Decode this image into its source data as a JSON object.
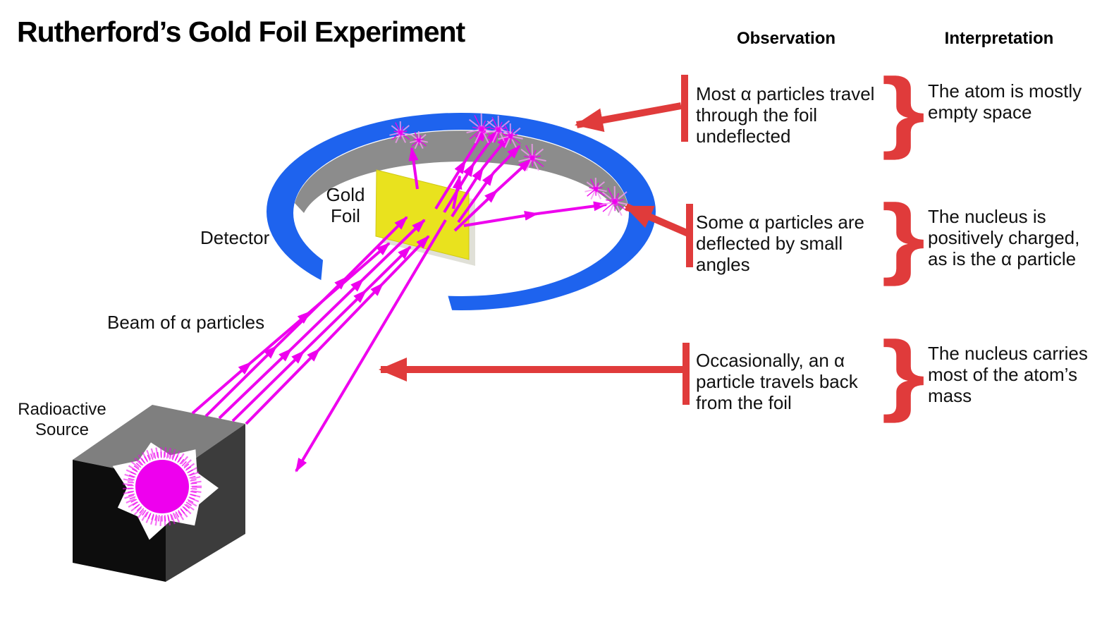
{
  "title": "Rutherford’s Gold Foil Experiment",
  "columns": {
    "observation": "Observation",
    "interpretation": "Interpretation"
  },
  "rows": [
    {
      "observation": "Most α particles travel\nthrough the foil\nundeflected",
      "interpretation": "The atom is mostly\nempty space"
    },
    {
      "observation": "Some α particles are\ndeflected by small\nangles",
      "interpretation": "The nucleus is\npositively charged,\nas is the α particle"
    },
    {
      "observation": "Occasionally, an α\nparticle travels back\nfrom the foil",
      "interpretation": "The nucleus carries\nmost of the atom’s\nmass"
    }
  ],
  "diagram_labels": {
    "detector": "Detector",
    "gold_foil": "Gold\nFoil",
    "beam": "Beam of α particles",
    "source": "Radioactive\nSource"
  },
  "brace_glyph": "}",
  "colors": {
    "detector_blue": "#1e63ee",
    "inner_wall_gray": "#8c8c8c",
    "foil_yellow": "#e9e21e",
    "foil_shadow": "rgba(60,60,0,0.35)",
    "particle_magenta": "#ee00ee",
    "sparkle_pale": "#f49af2",
    "annotation_red": "#e03b3b",
    "cube_top": "#7f7f7f",
    "cube_left": "#0d0d0d",
    "cube_right": "#3c3c3c",
    "glow_white": "#ffffff"
  }
}
